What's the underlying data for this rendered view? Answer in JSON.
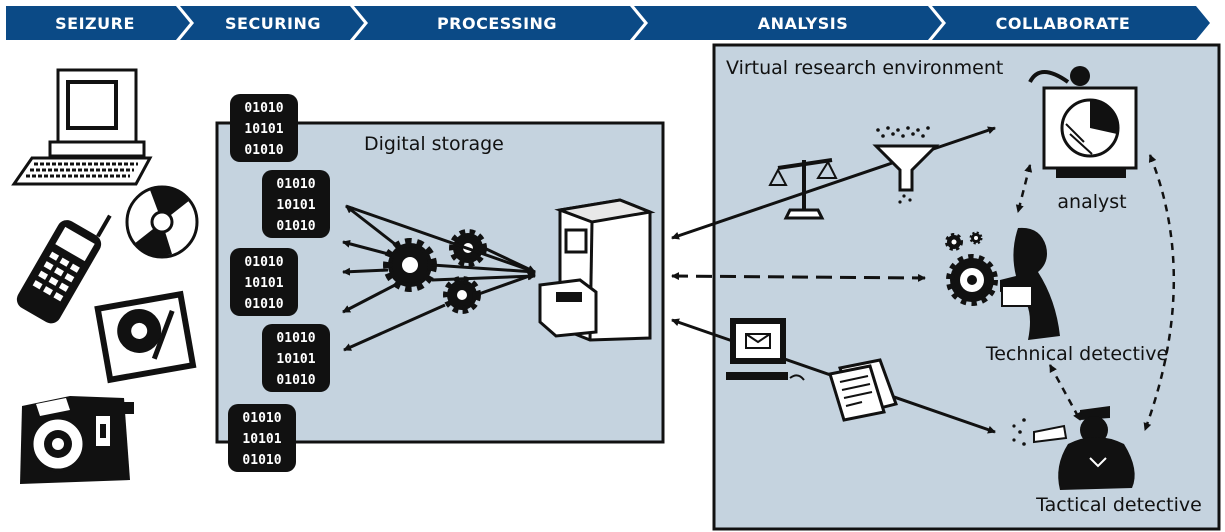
{
  "stages": [
    "SEIZURE",
    "SECURING",
    "PROCESSING",
    "ANALYSIS",
    "COLLABORATE"
  ],
  "storage": {
    "label": "Digital storage"
  },
  "vre": {
    "label": "Virtual research environment"
  },
  "roles": {
    "analyst": "analyst",
    "technical": "Technical detective",
    "tactical": "Tactical detective"
  },
  "binary_rows": [
    "01010",
    "10101",
    "01010"
  ],
  "colors": {
    "banner": "#0b4a86",
    "panel": "#c5d3df",
    "ink": "#111111"
  },
  "icons": [
    "computer-icon",
    "cd-icon",
    "mobile-phone-icon",
    "hard-drive-icon",
    "camera-icon",
    "gears-icon",
    "filing-cabinet-icon",
    "scales-icon",
    "funnel-icon",
    "monitor-mail-icon",
    "documents-icon",
    "analyst-figure-icon",
    "technical-detective-icon",
    "tactical-detective-icon"
  ]
}
